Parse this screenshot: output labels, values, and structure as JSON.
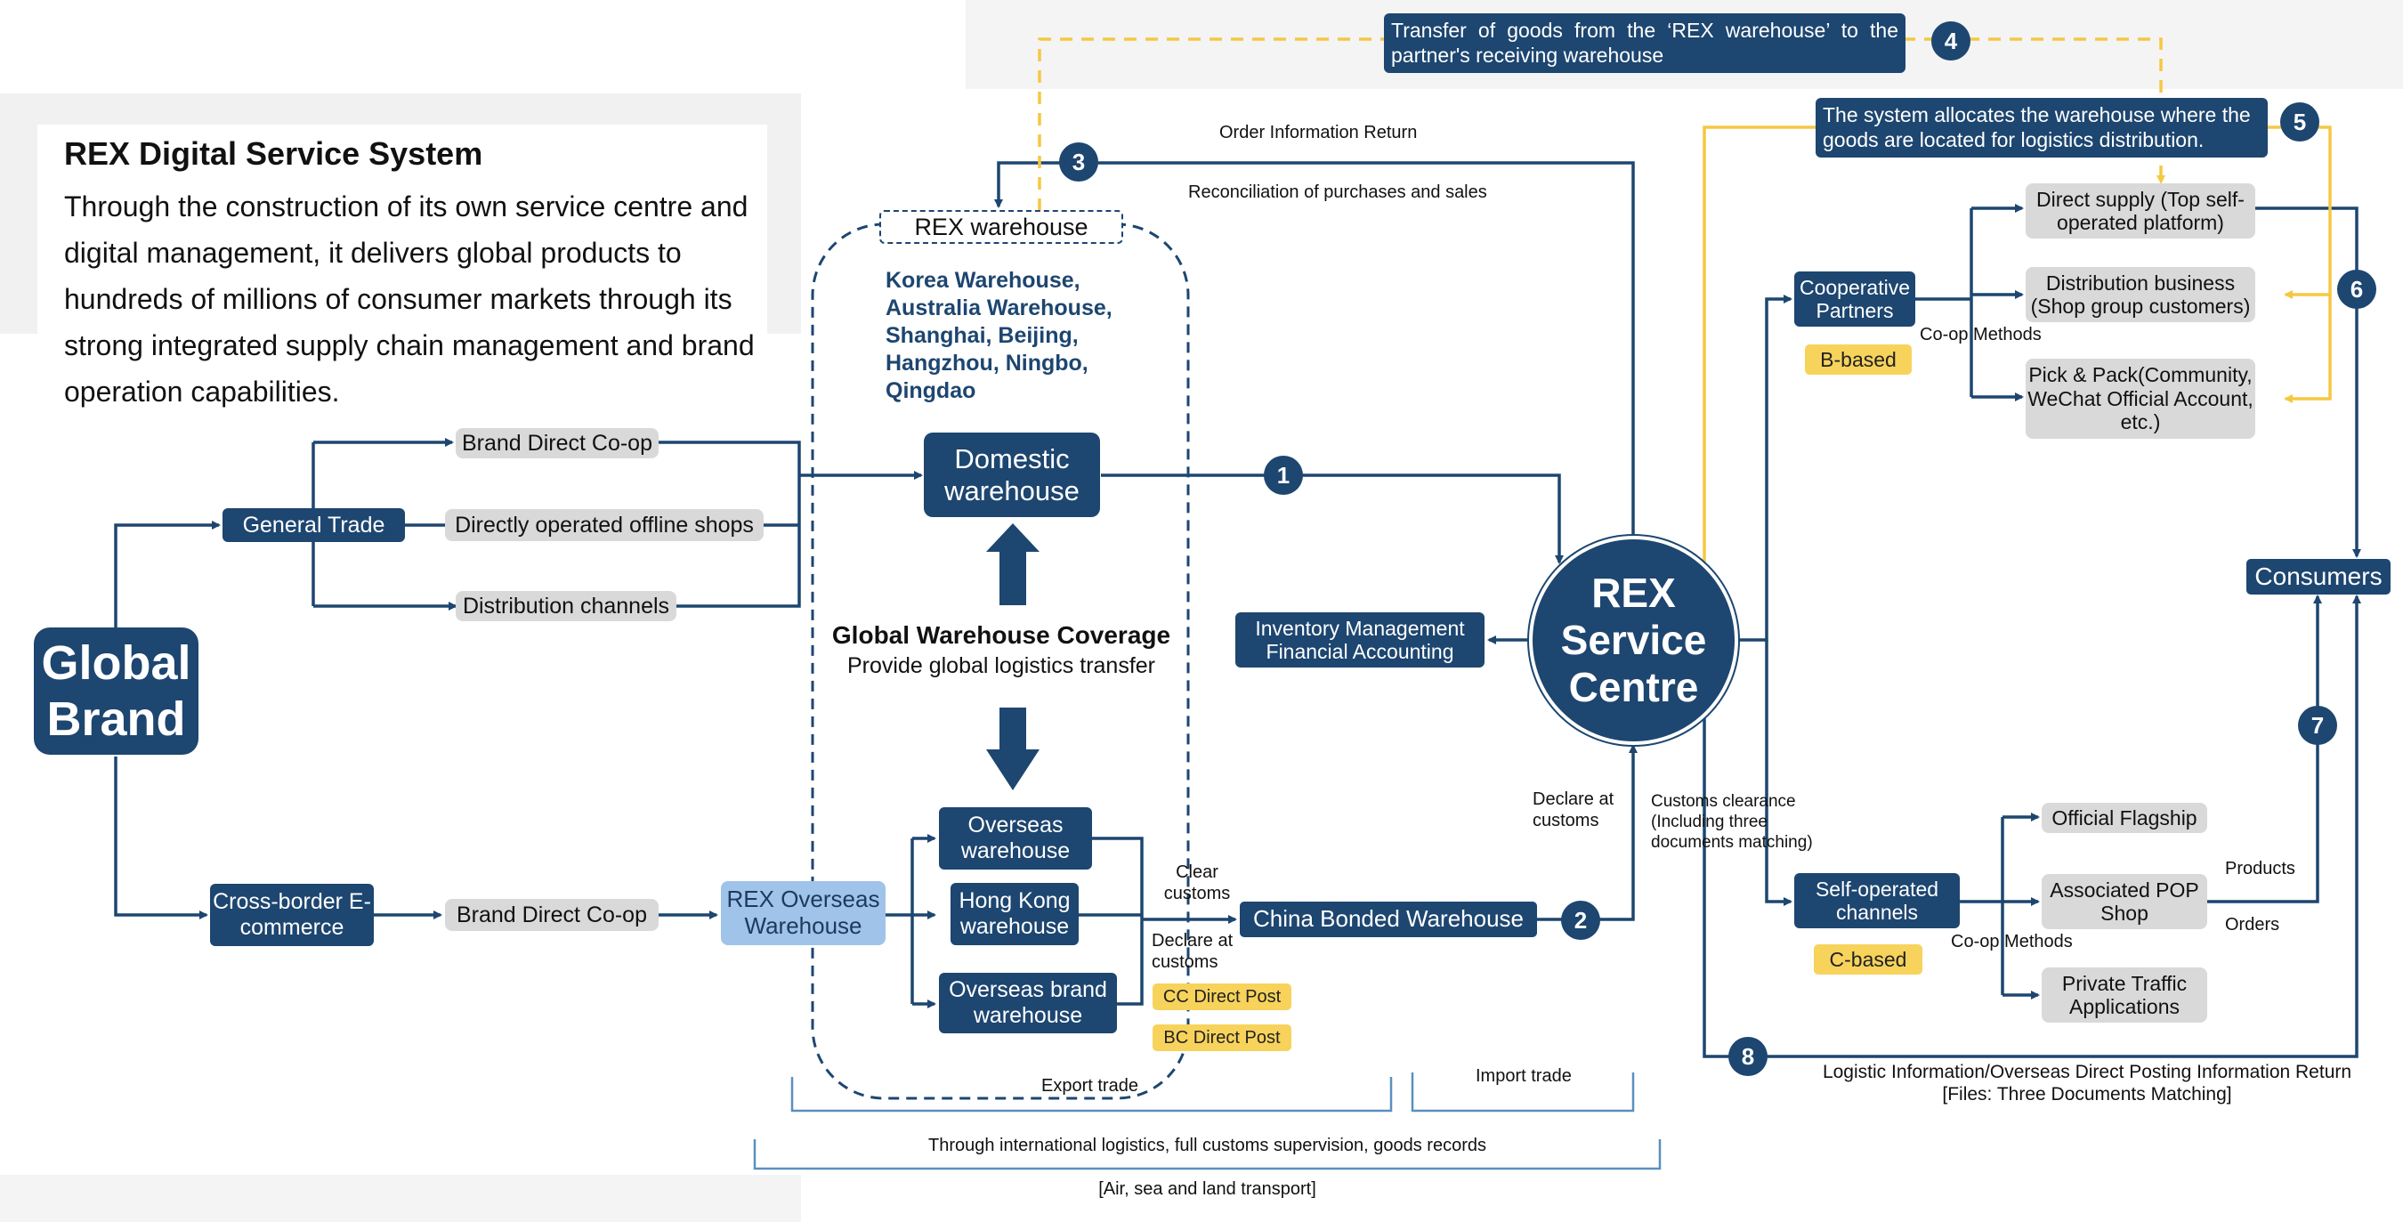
{
  "intro": {
    "title": "REX Digital Service System",
    "body": "Through the construction of its own service centre and digital management, it delivers global products to hundreds of millions of consumer markets through its strong integrated supply chain management and brand operation capabilities."
  },
  "global_brand": "Global Brand",
  "general_trade": "General Trade",
  "general_trade_channels": [
    "Brand Direct Co-op",
    "Directly operated offline shops",
    "Distribution channels"
  ],
  "cross_border": "Cross-border E-commerce",
  "cross_border_channel": "Brand Direct Co-op",
  "rex_overseas": "REX Overseas Warehouse",
  "rex_warehouse_title": "REX warehouse",
  "rex_warehouse_list": "Korea Warehouse, Australia Warehouse, Shanghai, Beijing, Hangzhou, Ningbo, Qingdao",
  "domestic_warehouse": "Domestic warehouse",
  "coverage_title": "Global Warehouse Coverage",
  "coverage_subtitle": "Provide global logistics transfer",
  "overseas_warehouses": [
    "Overseas warehouse",
    "Hong Kong warehouse",
    "Overseas brand warehouse"
  ],
  "clear_customs": "Clear customs",
  "declare_customs_left": "Declare at customs",
  "cc_direct_post": "CC Direct Post",
  "bc_direct_post": "BC Direct Post",
  "china_bonded": "China Bonded Warehouse",
  "declare_customs_right": "Declare at customs",
  "customs_clearance": "Customs clearance (Including three documents matching)",
  "service_centre": "REX Service Centre",
  "inventory": "Inventory Management Financial Accounting",
  "order_info_return": "Order Information Return",
  "reconciliation": "Reconciliation of purchases and sales",
  "transfer_note": "Transfer of goods from the ‘REX warehouse’ to the partner's receiving warehouse",
  "allocation_note": "The system allocates the warehouse where the goods are located for logistics distribution.",
  "cooperative_partners": "Cooperative Partners",
  "b_based": "B-based",
  "coop_methods": "Co-op Methods",
  "b_channels": [
    "Direct supply (Top self-operated platform)",
    "Distribution business (Shop group customers)",
    "Pick & Pack(Community, WeChat Official Account, etc.)"
  ],
  "self_operated": "Self-operated channels",
  "c_based": "C-based",
  "c_channels": [
    "Official Flagship",
    "Associated POP Shop",
    "Private Traffic Applications"
  ],
  "products": "Products",
  "orders": "Orders",
  "consumers": "Consumers",
  "logistic_return": "Logistic Information/Overseas Direct Posting Information Return [Files: Three Documents Matching]",
  "export_trade": "Export trade",
  "import_trade": "Import trade",
  "international": "Through international logistics, full customs supervision, goods records",
  "transport": "[Air, sea and land transport]",
  "step_numbers": [
    "1",
    "2",
    "3",
    "4",
    "5",
    "6",
    "7",
    "8"
  ],
  "colors": {
    "navy": "#1d4670",
    "yellow": "#f7d35c",
    "gray": "#d9d9d9",
    "light_blue": "#9fc3e9",
    "line": "#1d4670",
    "dashed_yellow": "#f5c842"
  }
}
